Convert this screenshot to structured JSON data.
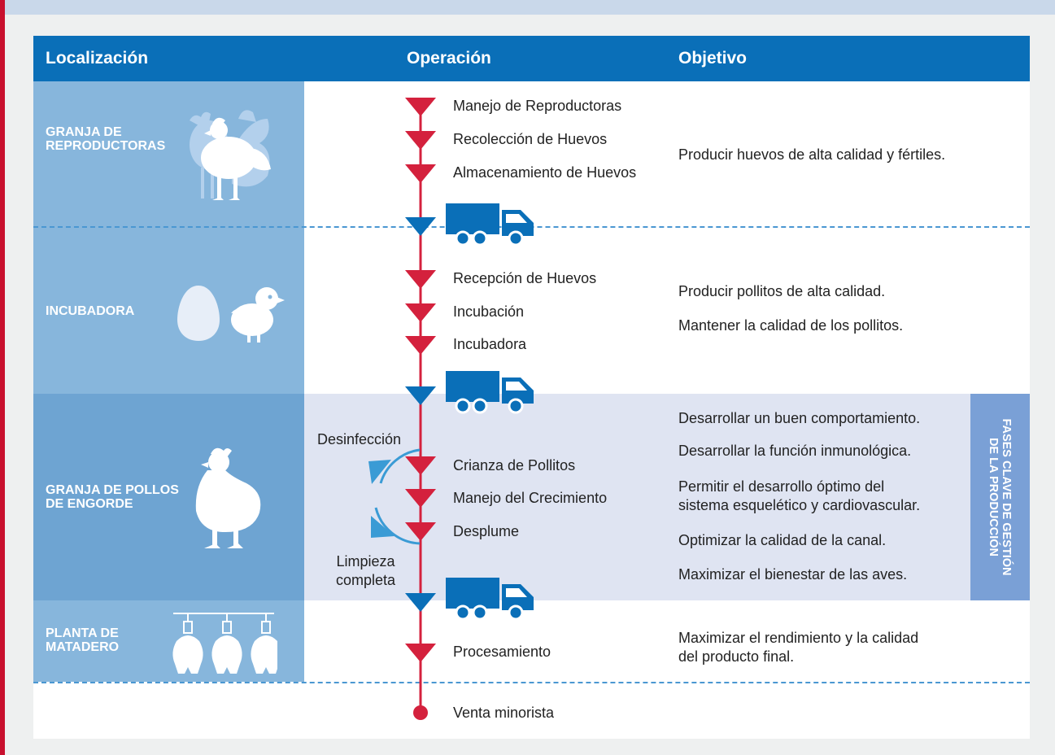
{
  "header": {
    "localizacion": "Localización",
    "operacion": "Operación",
    "objetivo": "Objetivo"
  },
  "stages": [
    {
      "location": "GRANJA DE\nREPRODUCTORAS",
      "icon": "breeder-hens-icon",
      "operations": [
        "Manejo de Reproductoras",
        "Recolección de Huevos",
        "Almacenamiento de Huevos"
      ],
      "objectives": [
        "Producir huevos de alta calidad y fértiles."
      ]
    },
    {
      "location": "INCUBADORA",
      "icon": "egg-and-chick-icon",
      "operations": [
        "Recepción de Huevos",
        "Incubación",
        "Incubadora"
      ],
      "objectives": [
        "Producir pollitos de alta calidad.",
        "Mantener la calidad de los pollitos."
      ]
    },
    {
      "location": "GRANJA DE POLLOS\nDE ENGORDE",
      "icon": "broiler-chicken-icon",
      "operations": [
        "Crianza de Pollitos",
        "Manejo del Crecimiento",
        "Desplume"
      ],
      "objectives": [
        "Desarrollar un buen comportamiento.",
        "Desarrollar la función inmunológica.",
        "Permitir el desarrollo óptimo del\nsistema esquelético y cardiovascular.",
        "Optimizar la calidad de la canal.",
        "Maximizar el bienestar de las aves."
      ]
    },
    {
      "location": "PLANTA DE\nMATADERO",
      "icon": "hanging-carcasses-icon",
      "operations": [
        "Procesamiento"
      ],
      "objectives": [
        "Maximizar el rendimiento y la calidad\ndel producto final."
      ]
    }
  ],
  "cycle": {
    "top": "Desinfección",
    "bottom": "Limpieza\ncompleta"
  },
  "retail": "Venta minorista",
  "side_label": "FASES CLAVE DE GESTIÓN\nDE LA PRODUCCIÓN",
  "colors": {
    "header_blue": "#0a6fb8",
    "location_blue": "#87b6dc",
    "broiler_location_blue": "#6ea4d2",
    "broiler_band": "#dfe4f2",
    "gestion_bar": "#7aa0d6",
    "flow_red": "#d4213d",
    "transport_blue": "#0a6fb8",
    "cycle_blue": "#3a9bd5"
  }
}
